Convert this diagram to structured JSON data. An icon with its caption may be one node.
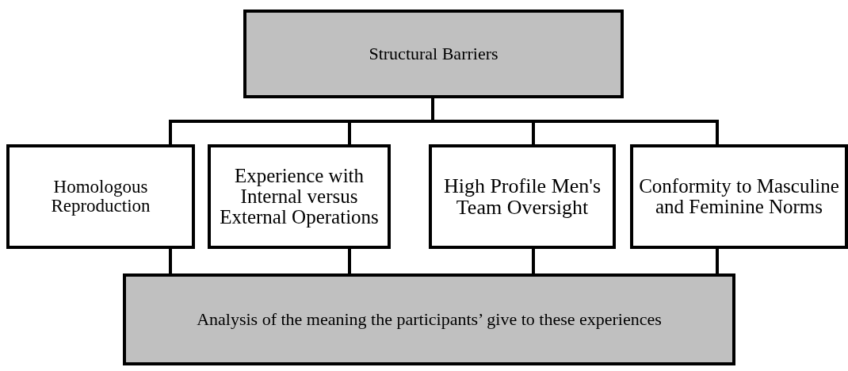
{
  "diagram": {
    "nodes": [
      {
        "text": [
          "Structural Barriers"
        ]
      },
      {
        "text": [
          "Homologous Reproduction"
        ]
      },
      {
        "text": [
          "Experience with Internal versus External Operations"
        ]
      },
      {
        "text": [
          "High Profile Men's Team Oversight"
        ]
      },
      {
        "text": [
          "Conformity to Masculine and Feminine Norms"
        ]
      },
      {
        "text": [
          "Analysis of the meaning the participants’ give to these experiences"
        ]
      }
    ],
    "edges": [
      {
        "from": 0,
        "to": 1,
        "arrow": "none"
      },
      {
        "from": 0,
        "to": 2,
        "arrow": "none"
      },
      {
        "from": 0,
        "to": 3,
        "arrow": "none"
      },
      {
        "from": 0,
        "to": 4,
        "arrow": "none"
      },
      {
        "from": 1,
        "to": 5,
        "arrow": "none"
      },
      {
        "from": 2,
        "to": 5,
        "arrow": "none"
      },
      {
        "from": 3,
        "to": 5,
        "arrow": "none"
      },
      {
        "from": 4,
        "to": 5,
        "arrow": "none"
      }
    ]
  }
}
